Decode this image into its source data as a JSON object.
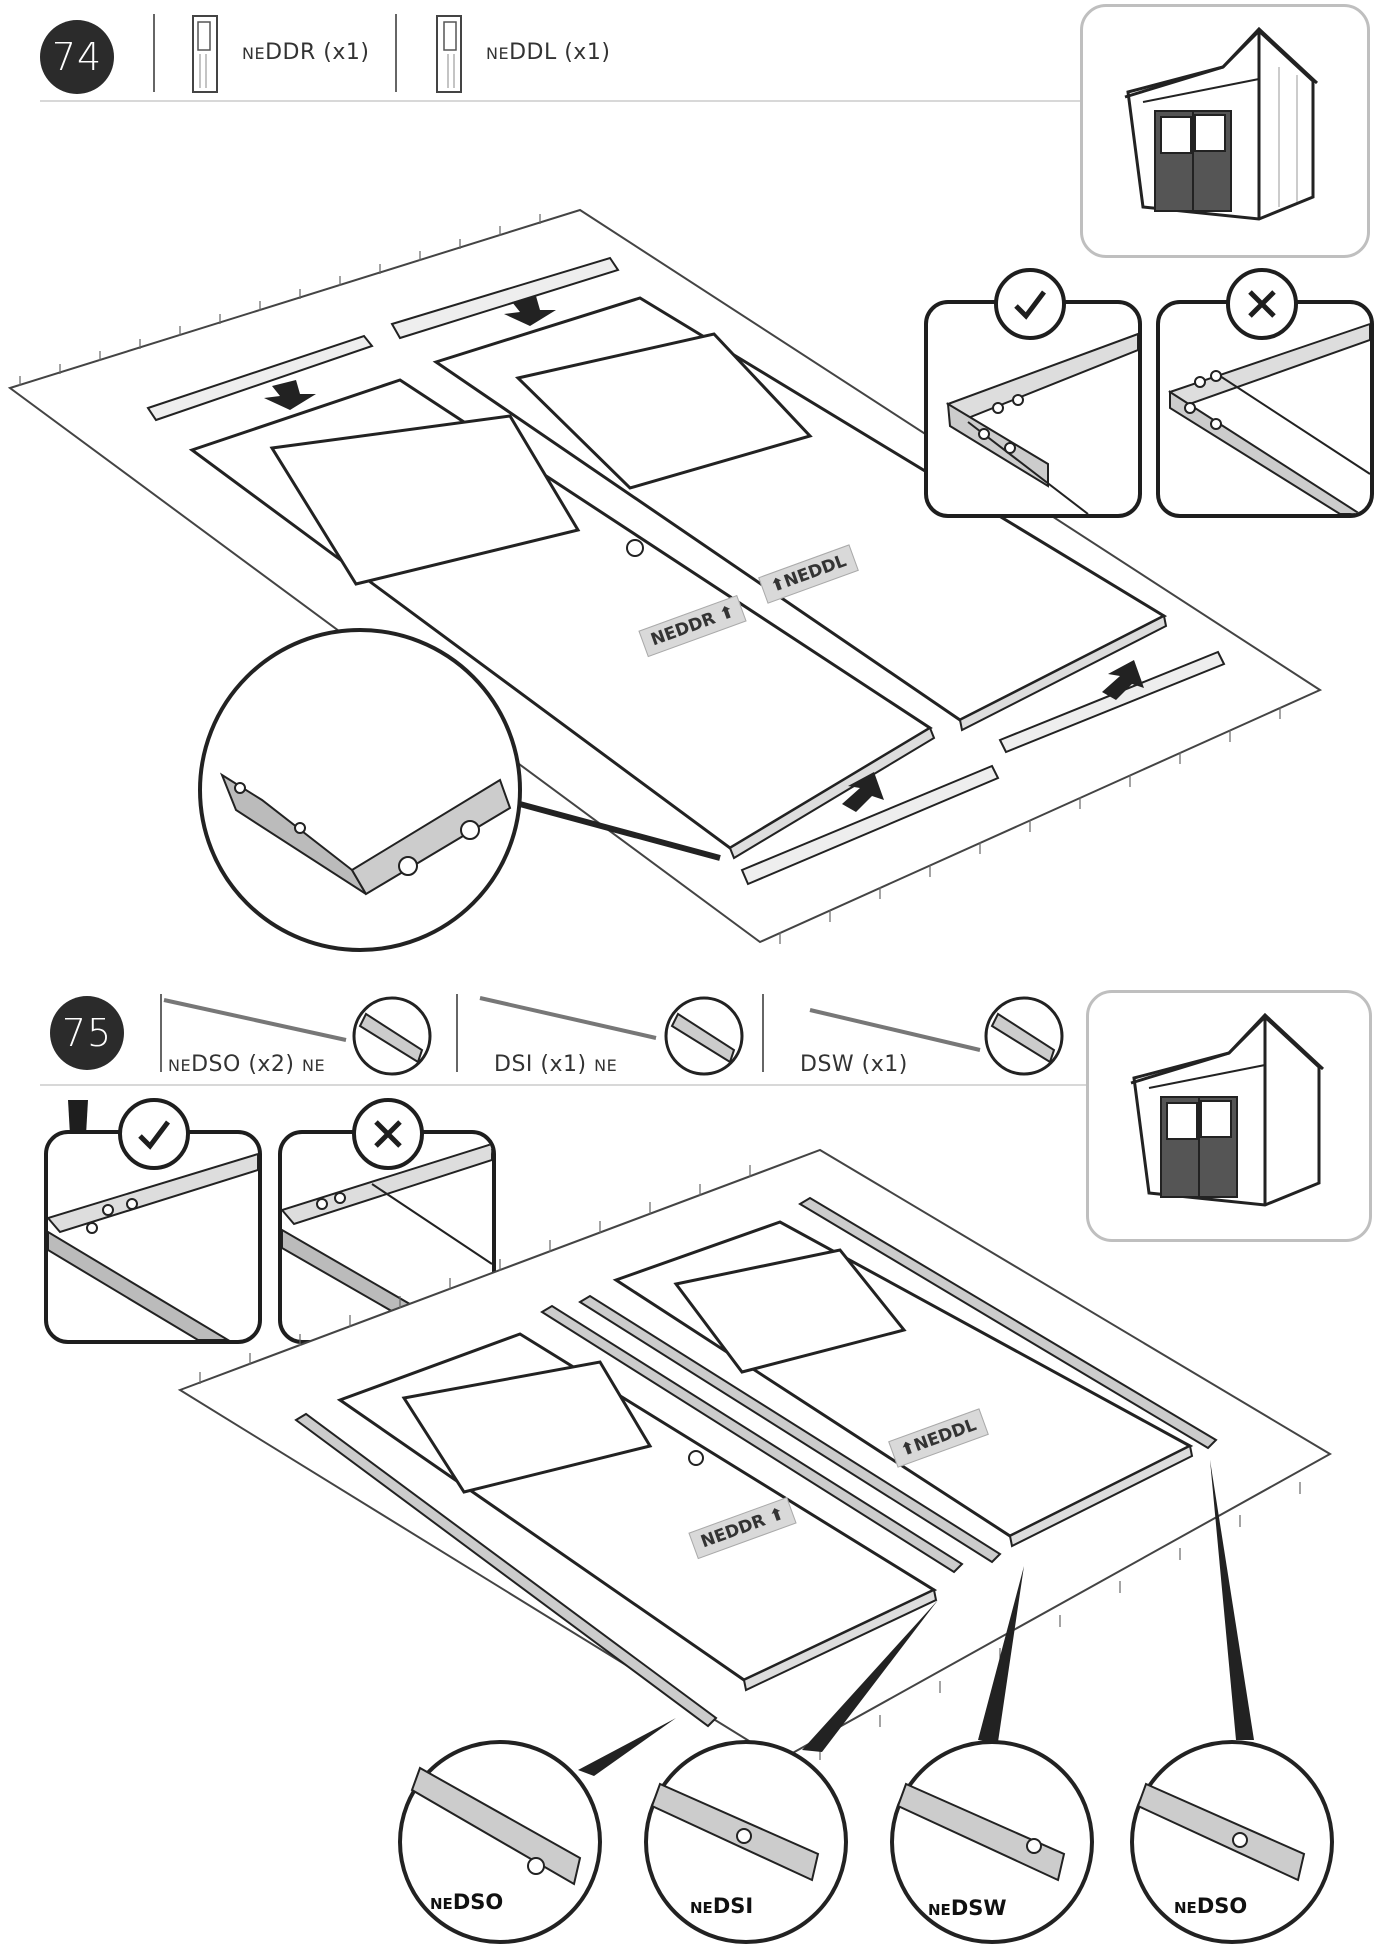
{
  "step74": {
    "number": "74",
    "parts": [
      {
        "prefix": "NE",
        "code": "DDR",
        "qty": "(x1)"
      },
      {
        "prefix": "NE",
        "code": "DDL",
        "qty": "(x1)"
      }
    ],
    "labels": {
      "door_right": "NEDDR",
      "door_left": "NEDDL"
    },
    "marks": {
      "correct": "check-icon",
      "wrong": "cross-icon"
    }
  },
  "step75": {
    "number": "75",
    "parts": [
      {
        "prefix": "NE",
        "code": "DSO",
        "qty": "(x2)",
        "suffix": "NE"
      },
      {
        "prefix": "",
        "code": "DSI",
        "qty": "(x1)",
        "suffix": "NE"
      },
      {
        "prefix": "",
        "code": "DSW",
        "qty": "(x1)",
        "suffix": ""
      }
    ],
    "labels": {
      "door_right": "NEDDR",
      "door_left": "NEDDL"
    },
    "zoom_labels": [
      {
        "prefix": "NE",
        "code": "DSO"
      },
      {
        "prefix": "NE",
        "code": "DSI"
      },
      {
        "prefix": "NE",
        "code": "DSW"
      },
      {
        "prefix": "NE",
        "code": "DSO"
      }
    ],
    "marks": {
      "warning": "exclamation-icon",
      "correct": "check-icon",
      "wrong": "cross-icon"
    }
  },
  "colors": {
    "ink": "#1e1e1e",
    "panel_border": "#bfbfbf",
    "step_badge": "#2b2b2b",
    "sticker": "#d9d9d9"
  }
}
